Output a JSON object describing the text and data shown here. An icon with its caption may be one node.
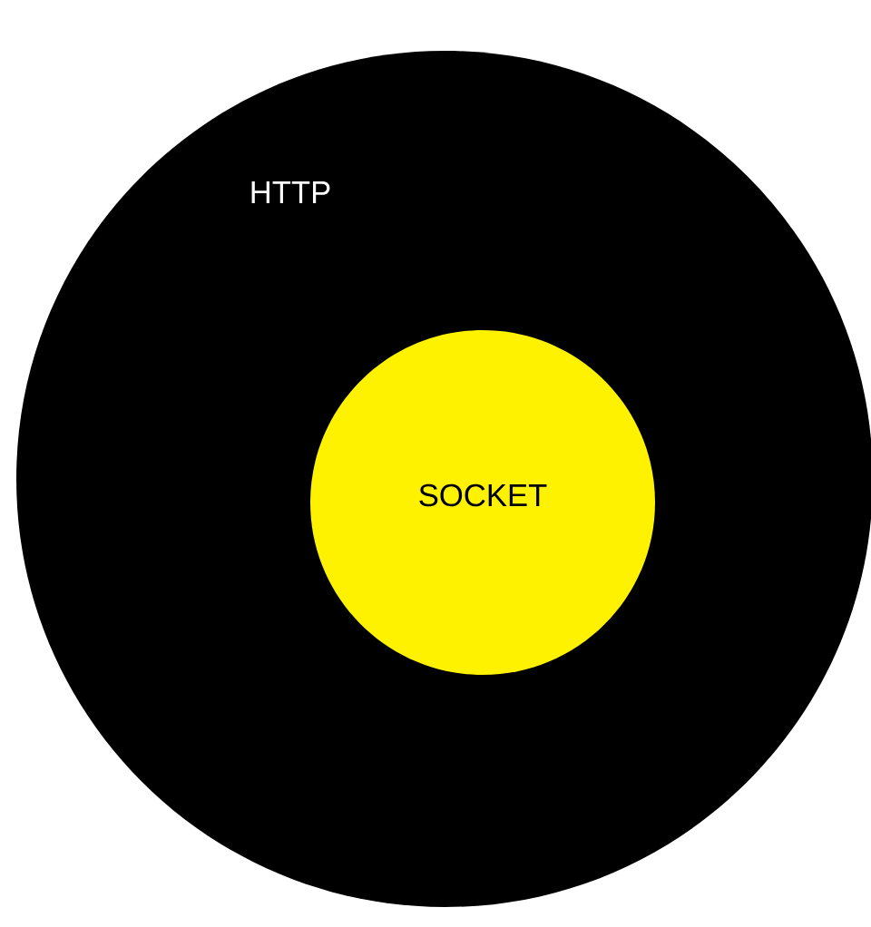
{
  "diagram": {
    "nodes": [
      {
        "text": [
          "HTTP"
        ]
      },
      {
        "text": [
          "SOCKET"
        ],
        "in": 0
      }
    ]
  }
}
